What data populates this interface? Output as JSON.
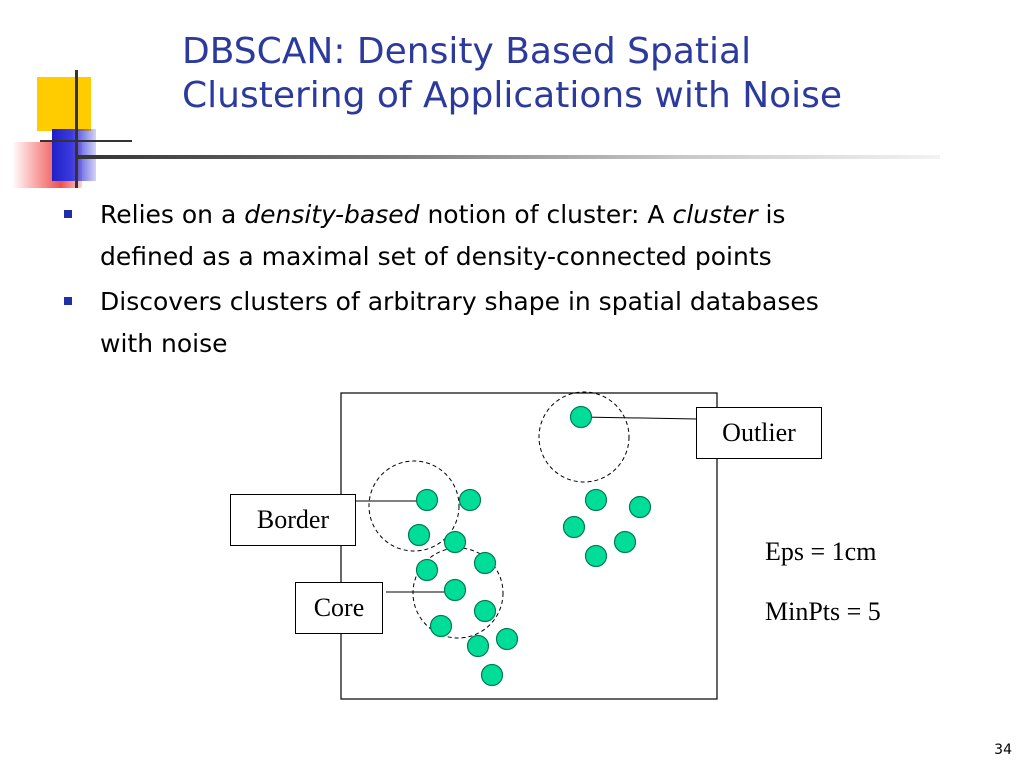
{
  "title": {
    "line1": "DBSCAN: Density Based Spatial",
    "line2": "Clustering of Applications with Noise"
  },
  "bullets": [
    {
      "line1_before": "Relies on a ",
      "line1_em1": "density-based",
      "line1_mid": " notion of cluster:  A ",
      "line1_em2": "cluster",
      "line1_after": " is",
      "line2": "defined as a maximal set of density-connected points"
    },
    {
      "line1": "Discovers clusters of arbitrary shape in spatial databases",
      "line2": "with noise"
    }
  ],
  "diagram": {
    "labels": {
      "outlier": "Outlier",
      "border": "Border",
      "core": "Core"
    },
    "eps": "Eps = 1cm",
    "minpts": "MinPts = 5",
    "point_color": "#00dd99",
    "point_stroke": "#007a52"
  },
  "page_number": "34"
}
